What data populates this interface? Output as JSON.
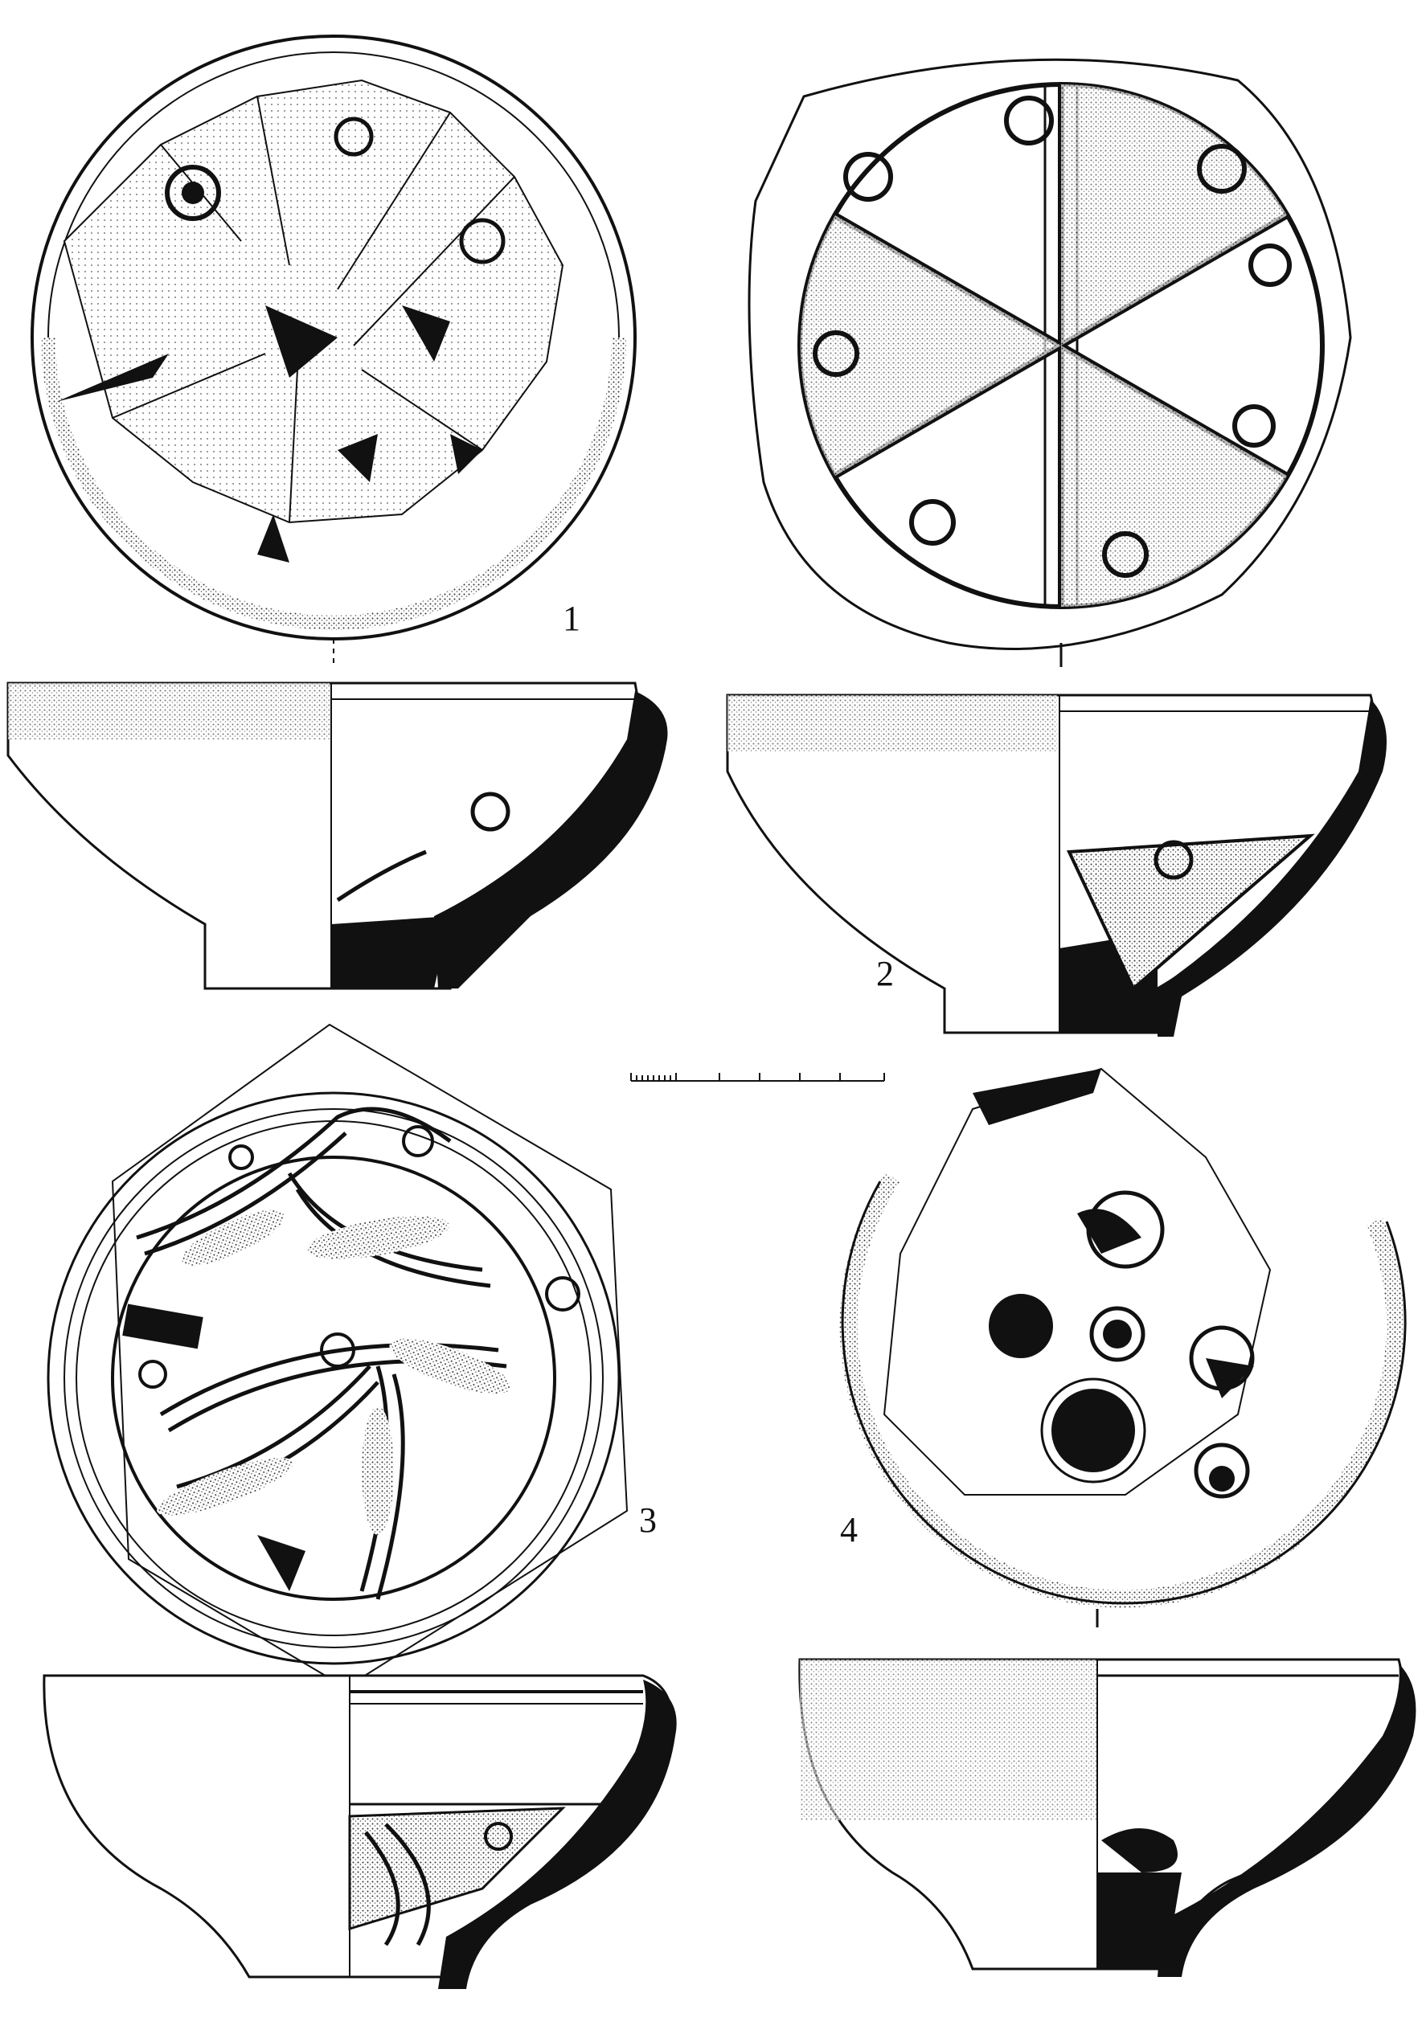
{
  "labels": {
    "fig1": "1",
    "fig2": "2",
    "fig3": "3",
    "fig4": "4"
  },
  "colors": {
    "ink": "#111111",
    "paper": "#ffffff",
    "stipple": "#555555"
  }
}
